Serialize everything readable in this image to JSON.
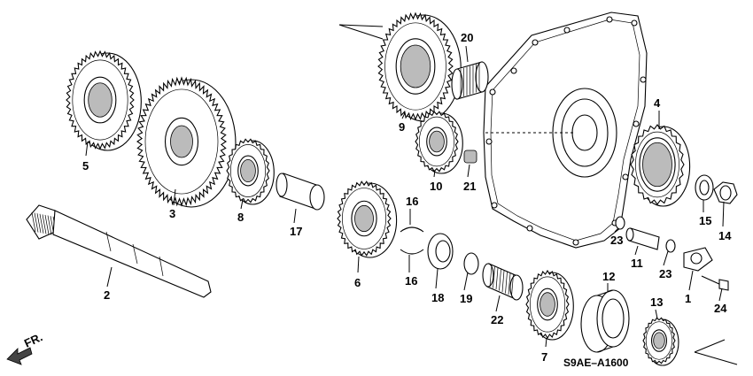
{
  "diagram": {
    "code": "S9AE–A1600",
    "direction_label": "FR.",
    "callouts": [
      {
        "id": "c1",
        "text": "1"
      },
      {
        "id": "c2",
        "text": "2"
      },
      {
        "id": "c3",
        "text": "3"
      },
      {
        "id": "c4",
        "text": "4"
      },
      {
        "id": "c5",
        "text": "5"
      },
      {
        "id": "c6",
        "text": "6"
      },
      {
        "id": "c7",
        "text": "7"
      },
      {
        "id": "c8",
        "text": "8"
      },
      {
        "id": "c9",
        "text": "9"
      },
      {
        "id": "c10",
        "text": "10"
      },
      {
        "id": "c11",
        "text": "11"
      },
      {
        "id": "c12",
        "text": "12"
      },
      {
        "id": "c13",
        "text": "13"
      },
      {
        "id": "c14",
        "text": "14"
      },
      {
        "id": "c15",
        "text": "15"
      },
      {
        "id": "c16a",
        "text": "16"
      },
      {
        "id": "c16b",
        "text": "16"
      },
      {
        "id": "c17",
        "text": "17"
      },
      {
        "id": "c18",
        "text": "18"
      },
      {
        "id": "c19",
        "text": "19"
      },
      {
        "id": "c20",
        "text": "20"
      },
      {
        "id": "c21",
        "text": "21"
      },
      {
        "id": "c22",
        "text": "22"
      },
      {
        "id": "c23a",
        "text": "23"
      },
      {
        "id": "c23b",
        "text": "23"
      },
      {
        "id": "c24",
        "text": "24"
      }
    ]
  }
}
